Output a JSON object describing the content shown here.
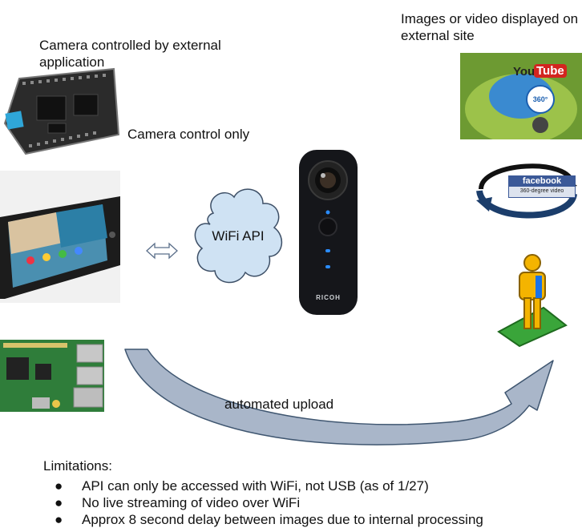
{
  "labels": {
    "camera_controlled": "Camera controlled by external application",
    "camera_control_only": "Camera control only",
    "images_displayed": "Images or video displayed on external site",
    "wifi_api": "WiFi API",
    "automated_upload": "automated upload",
    "camera_brand": "RICOH"
  },
  "logos": {
    "youtube_you": "You",
    "youtube_tube": "Tube",
    "youtube_360": "360°",
    "facebook": "facebook",
    "facebook_sub": "360-degree video"
  },
  "limitations": {
    "heading": "Limitations:",
    "bullet": "●",
    "items": [
      "API can only be accessed with WiFi, not USB (as of 1/27)",
      "No live streaming of video over WiFi",
      "Approx 8 second delay between images due to internal processing"
    ]
  },
  "colors": {
    "arrow_fill": "#a9b6c9",
    "arrow_stroke": "#3f5670",
    "cloud_fill": "#cfe2f3",
    "camera_body": "#15161a",
    "led_blue": "#2a8cff"
  }
}
